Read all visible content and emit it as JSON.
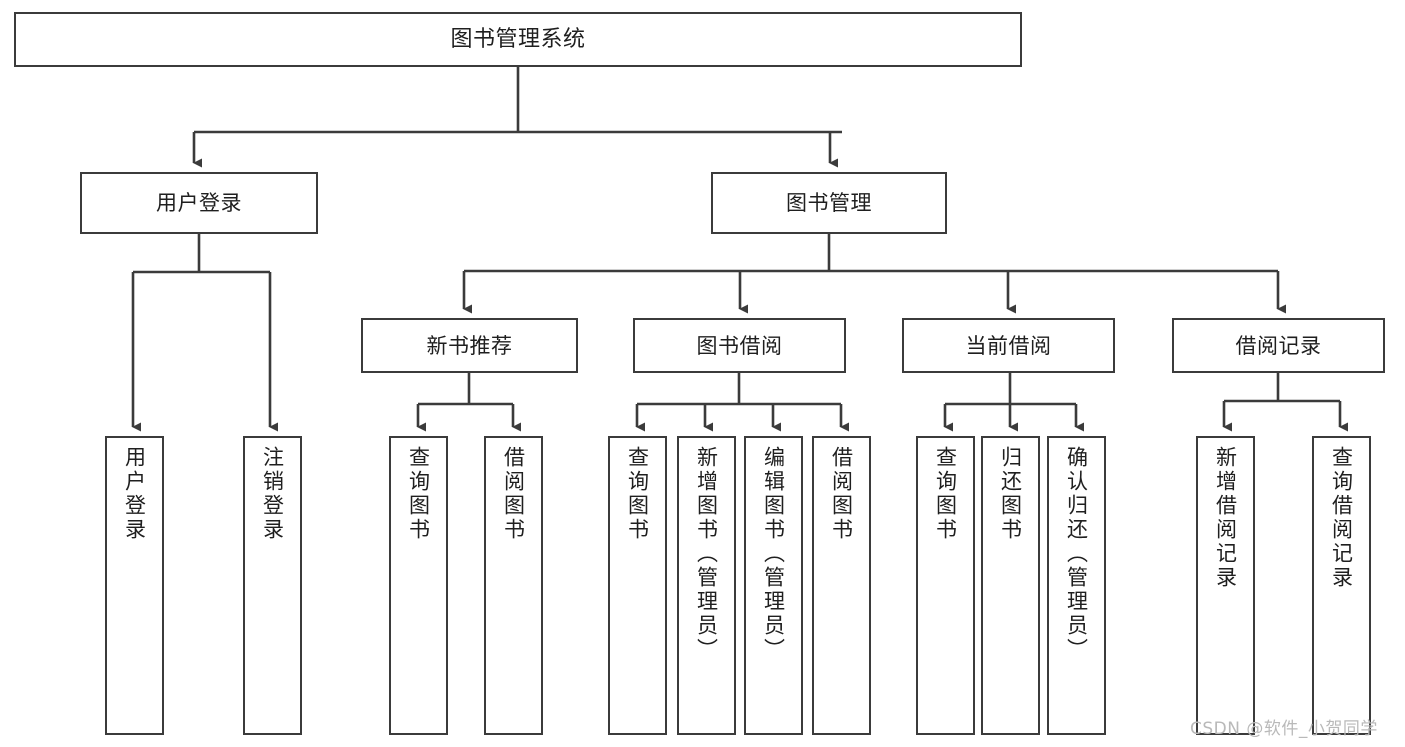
{
  "diagram": {
    "title": "图书管理系统",
    "type": "tree",
    "orientation": "top-down",
    "colors": {
      "background": "#ffffff",
      "node_border": "#3b3b3b",
      "node_fill": "#ffffff",
      "connector": "#3b3b3b",
      "text": "#1f1f1f",
      "watermark": "#b9b9b9"
    },
    "root": {
      "label": "图书管理系统"
    },
    "level1": [
      {
        "label": "用户登录"
      },
      {
        "label": "图书管理"
      }
    ],
    "level2": [
      {
        "label": "新书推荐"
      },
      {
        "label": "图书借阅"
      },
      {
        "label": "当前借阅"
      },
      {
        "label": "借阅记录"
      }
    ],
    "leaves": {
      "user_login": [
        {
          "label": "用户登录"
        },
        {
          "label": "注销登录"
        }
      ],
      "new_book_recommend": [
        {
          "label": "查询图书"
        },
        {
          "label": "借阅图书"
        }
      ],
      "book_borrow": [
        {
          "label": "查询图书"
        },
        {
          "label": "新增图书（管理员）"
        },
        {
          "label": "编辑图书（管理员）"
        },
        {
          "label": "借阅图书"
        }
      ],
      "current_borrow": [
        {
          "label": "查询图书"
        },
        {
          "label": "归还图书"
        },
        {
          "label": "确认归还（管理员）"
        }
      ],
      "borrow_record": [
        {
          "label": "新增借阅记录"
        },
        {
          "label": "查询借阅记录"
        }
      ]
    }
  },
  "watermark": {
    "text": "CSDN @软件_小贺同学"
  }
}
